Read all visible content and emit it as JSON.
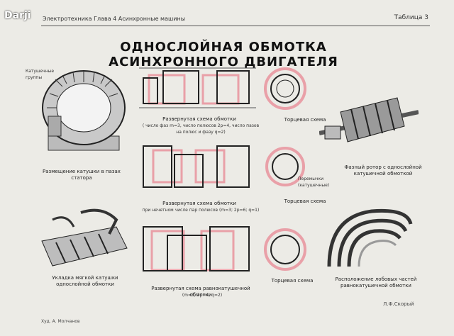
{
  "watermark": "Darji",
  "header": {
    "left": "Электротехника  Глава 4  Асинхронные машины",
    "right": "Таблица 3"
  },
  "title": "ОДНОСЛОЙНАЯ ОБМОТКА АСИНХРОННОГО ДВИГАТЕЛЯ",
  "captions": {
    "coil_groups": "Катушечные группы",
    "stator_placement": "Размещение катушки в пазах статора",
    "soft_coil": "Укладка мягкой катушки однослойной обмотки",
    "unrolled1": "Развернутая схема обмотки",
    "unrolled1_params": "( число фаз m=3, число полюсов 2p=4, число пазов на полюс и фазу q=2)",
    "unrolled2": "Развернутая схема обмотки",
    "unrolled2_params": "при нечетном числе пар полюсов (m=3; 2p=6; q=1)",
    "unrolled3": "Развернутая схема равнокатушечной обмотки",
    "unrolled3_params": "(m=3; 2p=4; q=2)",
    "end1": "Торцевая схема",
    "end2": "Торцевая схема",
    "end3": "Торцевая схема",
    "jumpers": "Перемычки (катушечные)",
    "phase_rotor": "Фазный ротор с однослойной катушечной обмоткой",
    "frontal": "Расположение лобовых частей равнокатушечной обмотки"
  },
  "footer": {
    "left": "Худ. А. Молчанов",
    "right": "Л.Ф.Скорый"
  },
  "colors": {
    "pink": "#e9a0a8",
    "ink": "#222222",
    "paper": "#ecebe6"
  }
}
